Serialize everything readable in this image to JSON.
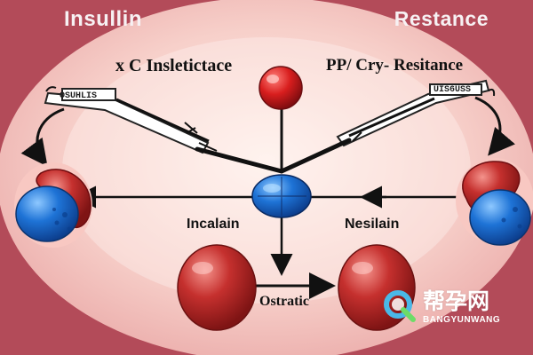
{
  "labels": {
    "title_left": "Insullin",
    "title_right": "Restance",
    "subtitle_left": "x C Insletictace",
    "subtitle_right": "PP/ Cry- Resitance",
    "center_left": "Incalain",
    "center_right": "Nesilain",
    "bottom": "Ostratic"
  },
  "syringes": {
    "left": "OSUHLIS",
    "right": "UIS6USS"
  },
  "watermark": {
    "text_cn": "帮孕网",
    "text_en": "BANGYUNWANG"
  },
  "colors": {
    "background": "#b34b59",
    "oval": "#f7d0ca",
    "red": "#c5302e",
    "blue": "#1e73d6",
    "arrow": "#111111",
    "watermark": "#4ab8e7"
  }
}
